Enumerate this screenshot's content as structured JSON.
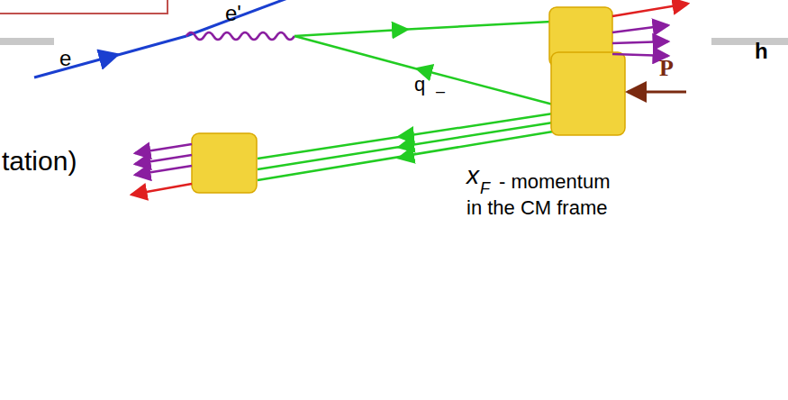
{
  "diagram": {
    "labels": [
      "e",
      "e'",
      "q",
      "–",
      "h",
      "P",
      "tation)",
      "x",
      "F",
      "- momentum in the CM frame"
    ]
  }
}
